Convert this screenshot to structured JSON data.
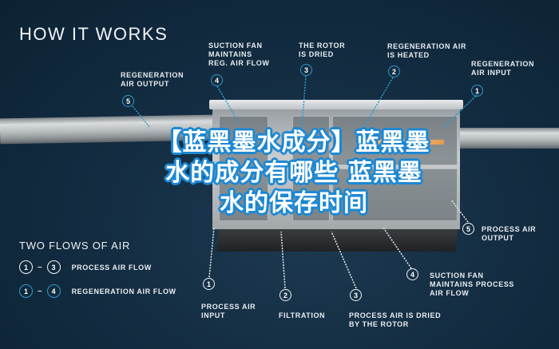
{
  "header": {
    "title": "HOW IT WORKS"
  },
  "overlay_title": "【蓝黑墨水成分】蓝黑墨水的成分有哪些 蓝黑墨水的保存时间",
  "overlay_lines": [
    "【蓝黑墨水成分】蓝黑墨",
    "水的成分有哪些 蓝黑墨",
    "水的保存时间"
  ],
  "colors": {
    "background": "#0c2234",
    "regen_accent": "#2f9bd0",
    "process_accent": "#f2f4f6",
    "overlay_stroke": "#1d88d3"
  },
  "regeneration_steps": [
    {
      "num": "1",
      "label": "REGENERATION\nAIR INPUT"
    },
    {
      "num": "2",
      "label": "REGENERATION AIR\nIS HEATED"
    },
    {
      "num": "3",
      "label": "THE ROTOR\nIS DRIED"
    },
    {
      "num": "4",
      "label": "SUCTION FAN\nMAINTAINS\nREG. AIR FLOW"
    },
    {
      "num": "5",
      "label": "REGENERATION\nAIR OUTPUT"
    }
  ],
  "process_steps": [
    {
      "num": "1",
      "label": "PROCESS AIR\nINPUT"
    },
    {
      "num": "2",
      "label": "FILTRATION"
    },
    {
      "num": "3",
      "label": "PROCESS AIR IS DRIED\nBY THE ROTOR"
    },
    {
      "num": "4",
      "label": "SUCTION FAN\nMAINTAINS PROCESS\nAIR FLOW"
    },
    {
      "num": "5",
      "label": "PROCESS AIR\nOUTPUT"
    }
  ],
  "legend": {
    "title": "TWO FLOWS OF AIR",
    "rows": [
      {
        "from": "1",
        "to": "3",
        "dash": "–",
        "label": "PROCESS AIR FLOW"
      },
      {
        "from": "1",
        "to": "4",
        "dash": "–",
        "label": "REGENERATION AIR FLOW"
      }
    ]
  }
}
